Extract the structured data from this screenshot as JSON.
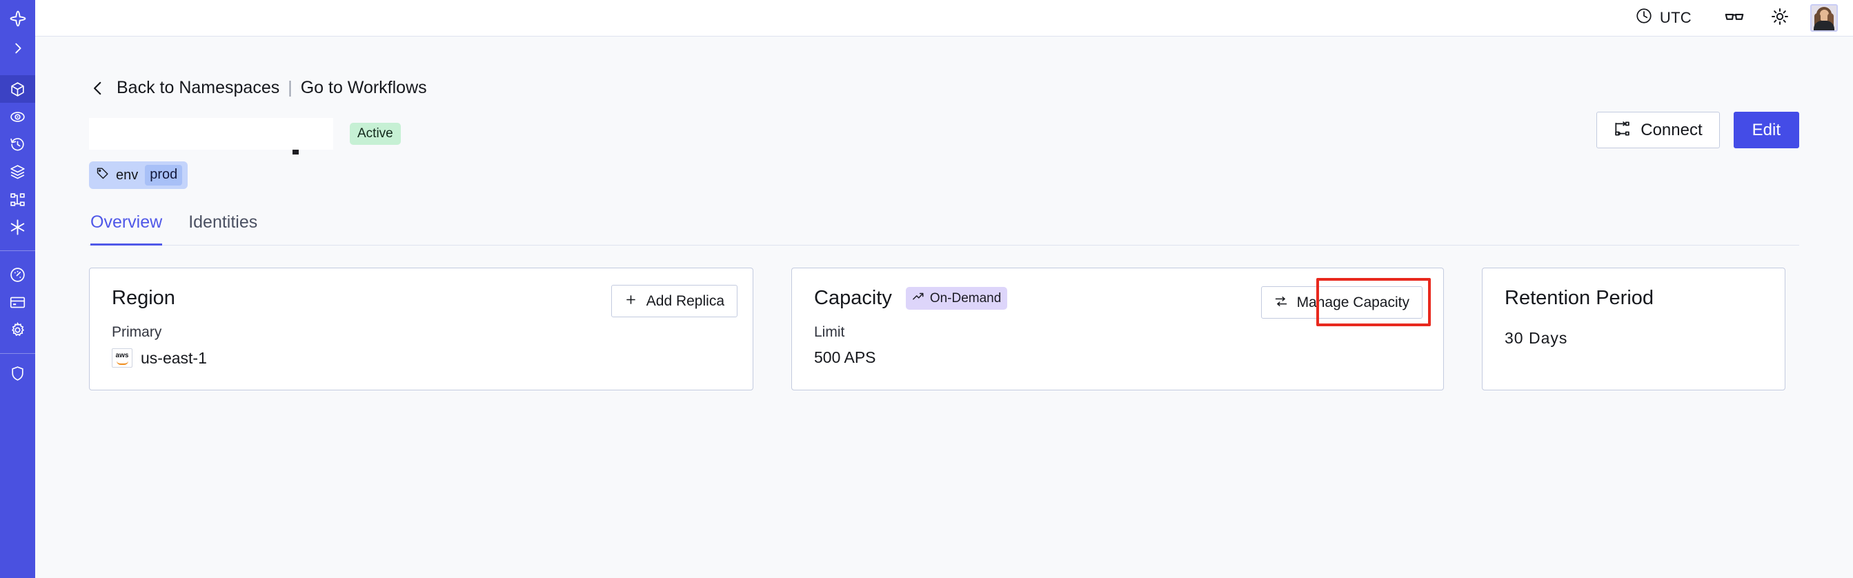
{
  "sidebar": {
    "items": [
      {
        "name": "logo",
        "icon": "temporal-logo-icon",
        "active": false
      },
      {
        "name": "expand",
        "icon": "chevron-right-icon",
        "active": false
      },
      {
        "name": "namespaces",
        "icon": "cube-icon",
        "active": true
      },
      {
        "name": "observability",
        "icon": "eye-icon",
        "active": false
      },
      {
        "name": "schedules",
        "icon": "clock-rewind-icon",
        "active": false
      },
      {
        "name": "stack",
        "icon": "layers-icon",
        "active": false
      },
      {
        "name": "workflows",
        "icon": "node-graph-icon",
        "active": false
      },
      {
        "name": "nexus",
        "icon": "asterisk-icon",
        "active": false
      },
      {
        "name": "usage",
        "icon": "gauge-icon",
        "active": false
      },
      {
        "name": "billing",
        "icon": "credit-card-icon",
        "active": false
      },
      {
        "name": "settings",
        "icon": "gear-icon",
        "active": false
      },
      {
        "name": "account",
        "icon": "shield-icon",
        "active": false
      }
    ]
  },
  "topbar": {
    "timezone_label": "UTC",
    "timezone_icon": "clock-icon",
    "glasses_icon": "glasses-icon",
    "theme_icon": "sun-icon",
    "avatar_alt": "user-avatar"
  },
  "breadcrumb": {
    "back_chevron_icon": "chevron-left-icon",
    "back_label": "Back to Namespaces",
    "separator": "|",
    "forward_label": "Go to Workflows"
  },
  "namespace": {
    "name_redacted": "",
    "status_badge": "Active",
    "tag": {
      "icon": "tag-icon",
      "key": "env",
      "value": "prod"
    }
  },
  "actions": {
    "connect_label": "Connect",
    "connect_icon": "connect-icon",
    "edit_label": "Edit"
  },
  "tabs": [
    {
      "label": "Overview",
      "active": true
    },
    {
      "label": "Identities",
      "active": false
    }
  ],
  "cards": {
    "region": {
      "title": "Region",
      "button_label": "Add Replica",
      "button_icon": "plus-icon",
      "label": "Primary",
      "provider_icon": "aws-icon",
      "provider_text": "aws",
      "value": "us-east-1"
    },
    "capacity": {
      "title": "Capacity",
      "badge_label": "On-Demand",
      "badge_icon": "trending-up-icon",
      "button_label": "Manage Capacity",
      "button_icon": "sliders-icon",
      "highlighted": true,
      "label": "Limit",
      "value": "500 APS"
    },
    "retention": {
      "title": "Retention Period",
      "value": "30 Days"
    }
  },
  "colors": {
    "sidebar": "#4a51e0",
    "sidebar_active": "#3b42c4",
    "primary": "#444ce7",
    "accent_tab": "#5058e8",
    "status_active_bg": "#c6f0d4",
    "tag_bg": "#c4d4fb",
    "tag_value_bg": "#a8c0f7",
    "badge_ondemand_bg": "#ddd5fa",
    "highlight_box": "#e8291e",
    "page_bg": "#f8f9fb",
    "card_border": "#c3cbdf"
  }
}
